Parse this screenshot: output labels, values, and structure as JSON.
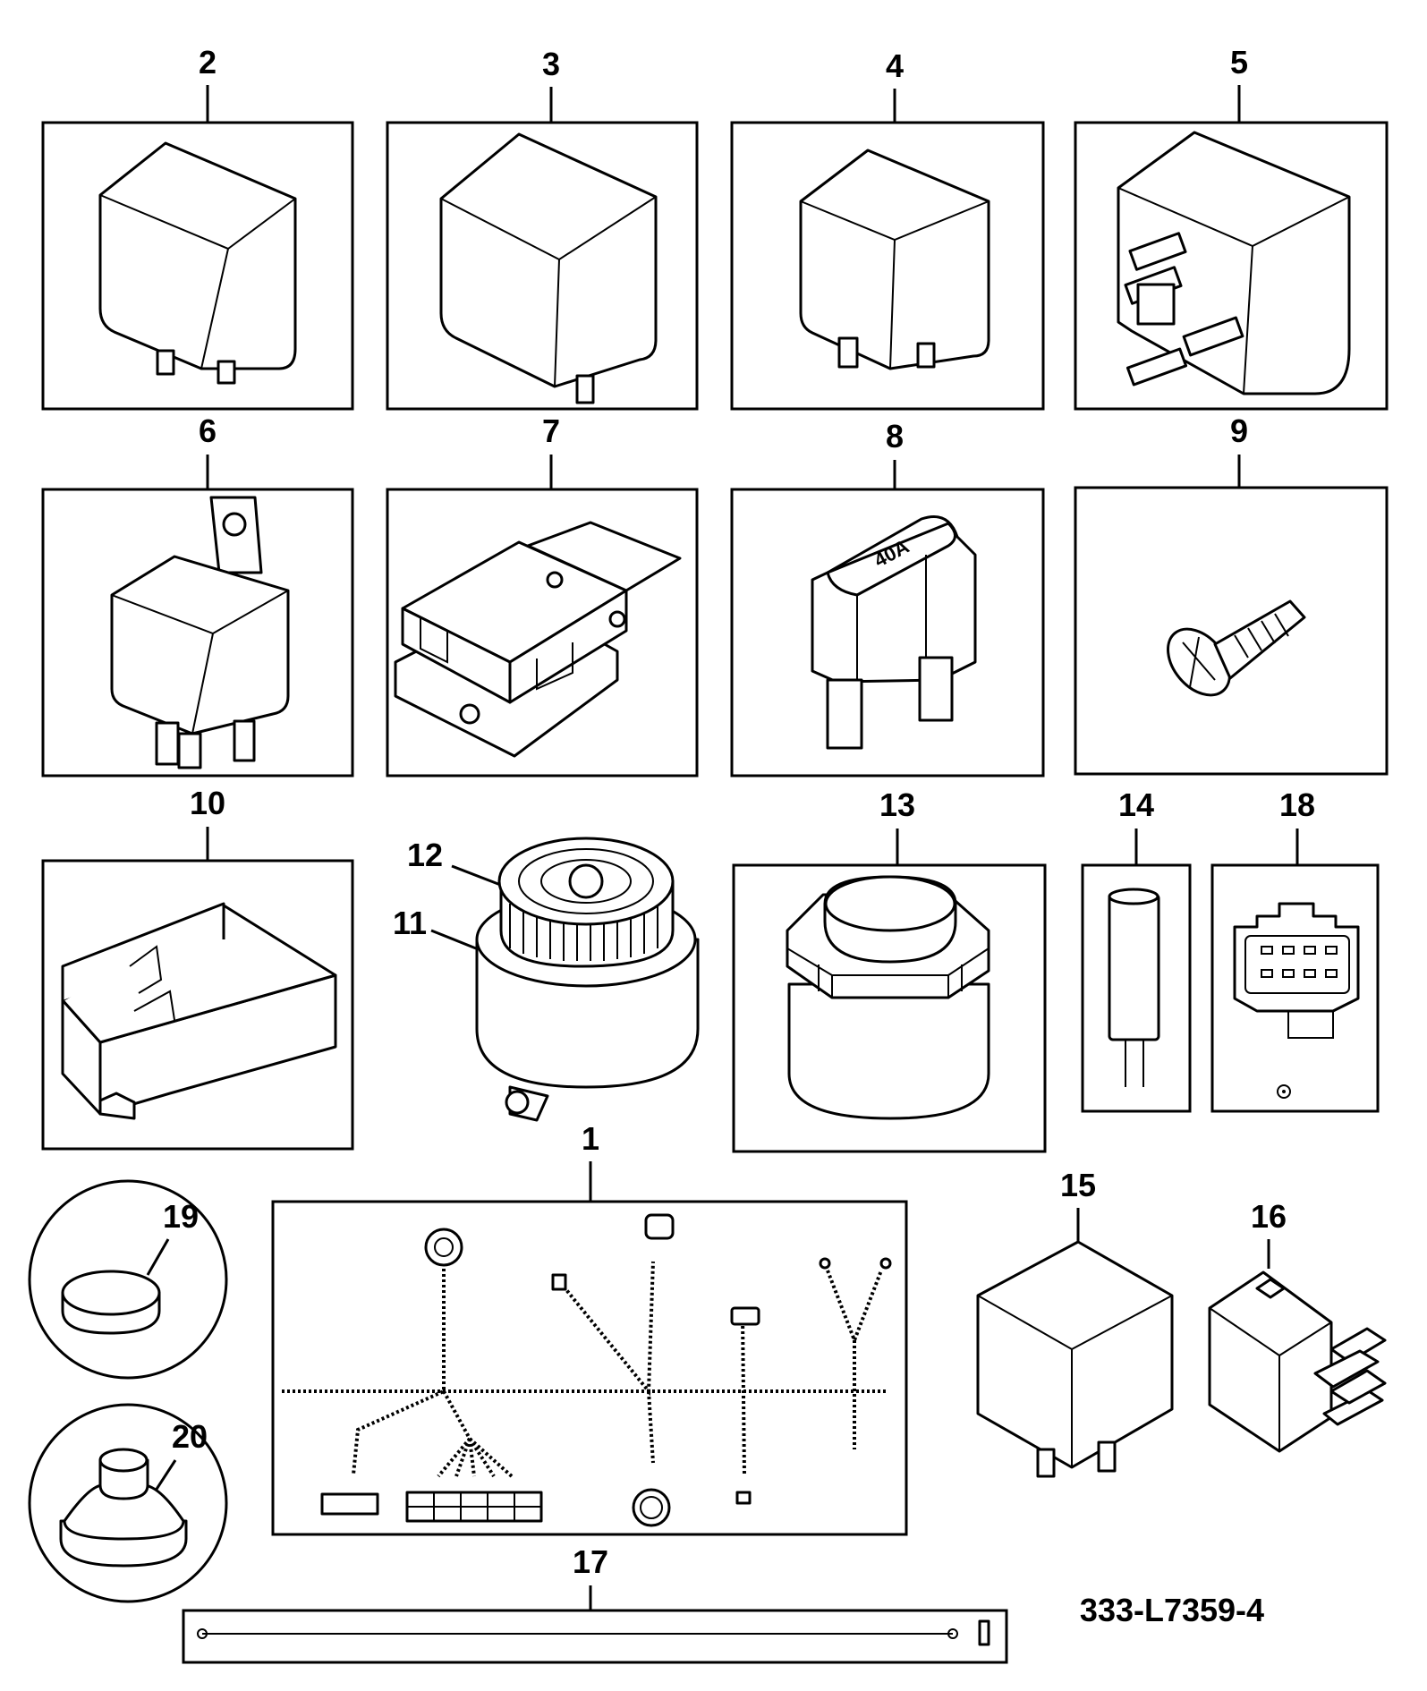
{
  "diagram": {
    "reference_code": "333-L7359-4",
    "fuse_rating_label": "40A",
    "callouts": [
      {
        "id": "c1",
        "label": "1"
      },
      {
        "id": "c2",
        "label": "2"
      },
      {
        "id": "c3",
        "label": "3"
      },
      {
        "id": "c4",
        "label": "4"
      },
      {
        "id": "c5",
        "label": "5"
      },
      {
        "id": "c6",
        "label": "6"
      },
      {
        "id": "c7",
        "label": "7"
      },
      {
        "id": "c8",
        "label": "8"
      },
      {
        "id": "c9",
        "label": "9"
      },
      {
        "id": "c10",
        "label": "10"
      },
      {
        "id": "c11",
        "label": "11"
      },
      {
        "id": "c12",
        "label": "12"
      },
      {
        "id": "c13",
        "label": "13"
      },
      {
        "id": "c14",
        "label": "14"
      },
      {
        "id": "c15",
        "label": "15"
      },
      {
        "id": "c16",
        "label": "16"
      },
      {
        "id": "c17",
        "label": "17"
      },
      {
        "id": "c18",
        "label": "18"
      },
      {
        "id": "c19",
        "label": "19"
      },
      {
        "id": "c20",
        "label": "20"
      }
    ]
  }
}
